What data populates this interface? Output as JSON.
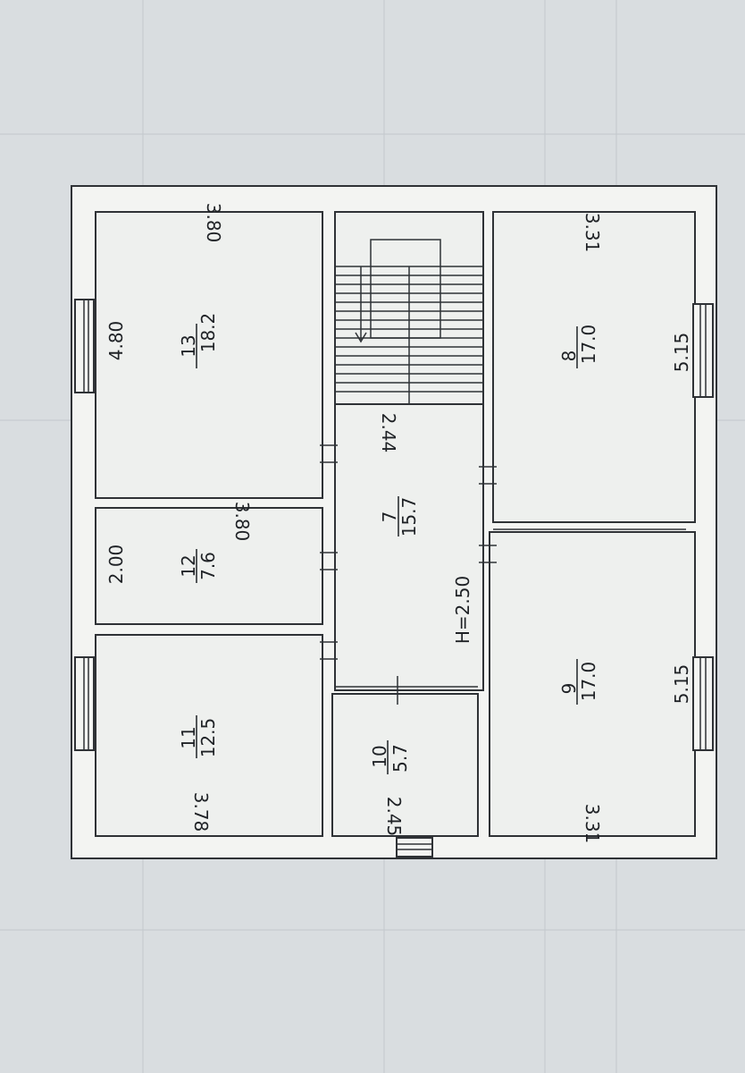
{
  "plan": {
    "height_label": "H=2.50",
    "rooms": [
      {
        "number": "13",
        "area": "18.2",
        "width": "4.80",
        "length": "3.80"
      },
      {
        "number": "12",
        "area": "7.6",
        "width": "2.00",
        "length": "3.80"
      },
      {
        "number": "11",
        "area": "12.5",
        "length": "3.78"
      },
      {
        "number": "7",
        "area": "15.7",
        "width": "2.44"
      },
      {
        "number": "10",
        "area": "5.7",
        "width": "2.45"
      },
      {
        "number": "8",
        "area": "17.0",
        "width": "5.15",
        "length": "3.31"
      },
      {
        "number": "9",
        "area": "17.0",
        "width": "5.15",
        "length": "3.31"
      }
    ]
  },
  "colors": {
    "paper": "#f3f4f2",
    "ink": "#1f2226",
    "background": "#d9dde0"
  }
}
